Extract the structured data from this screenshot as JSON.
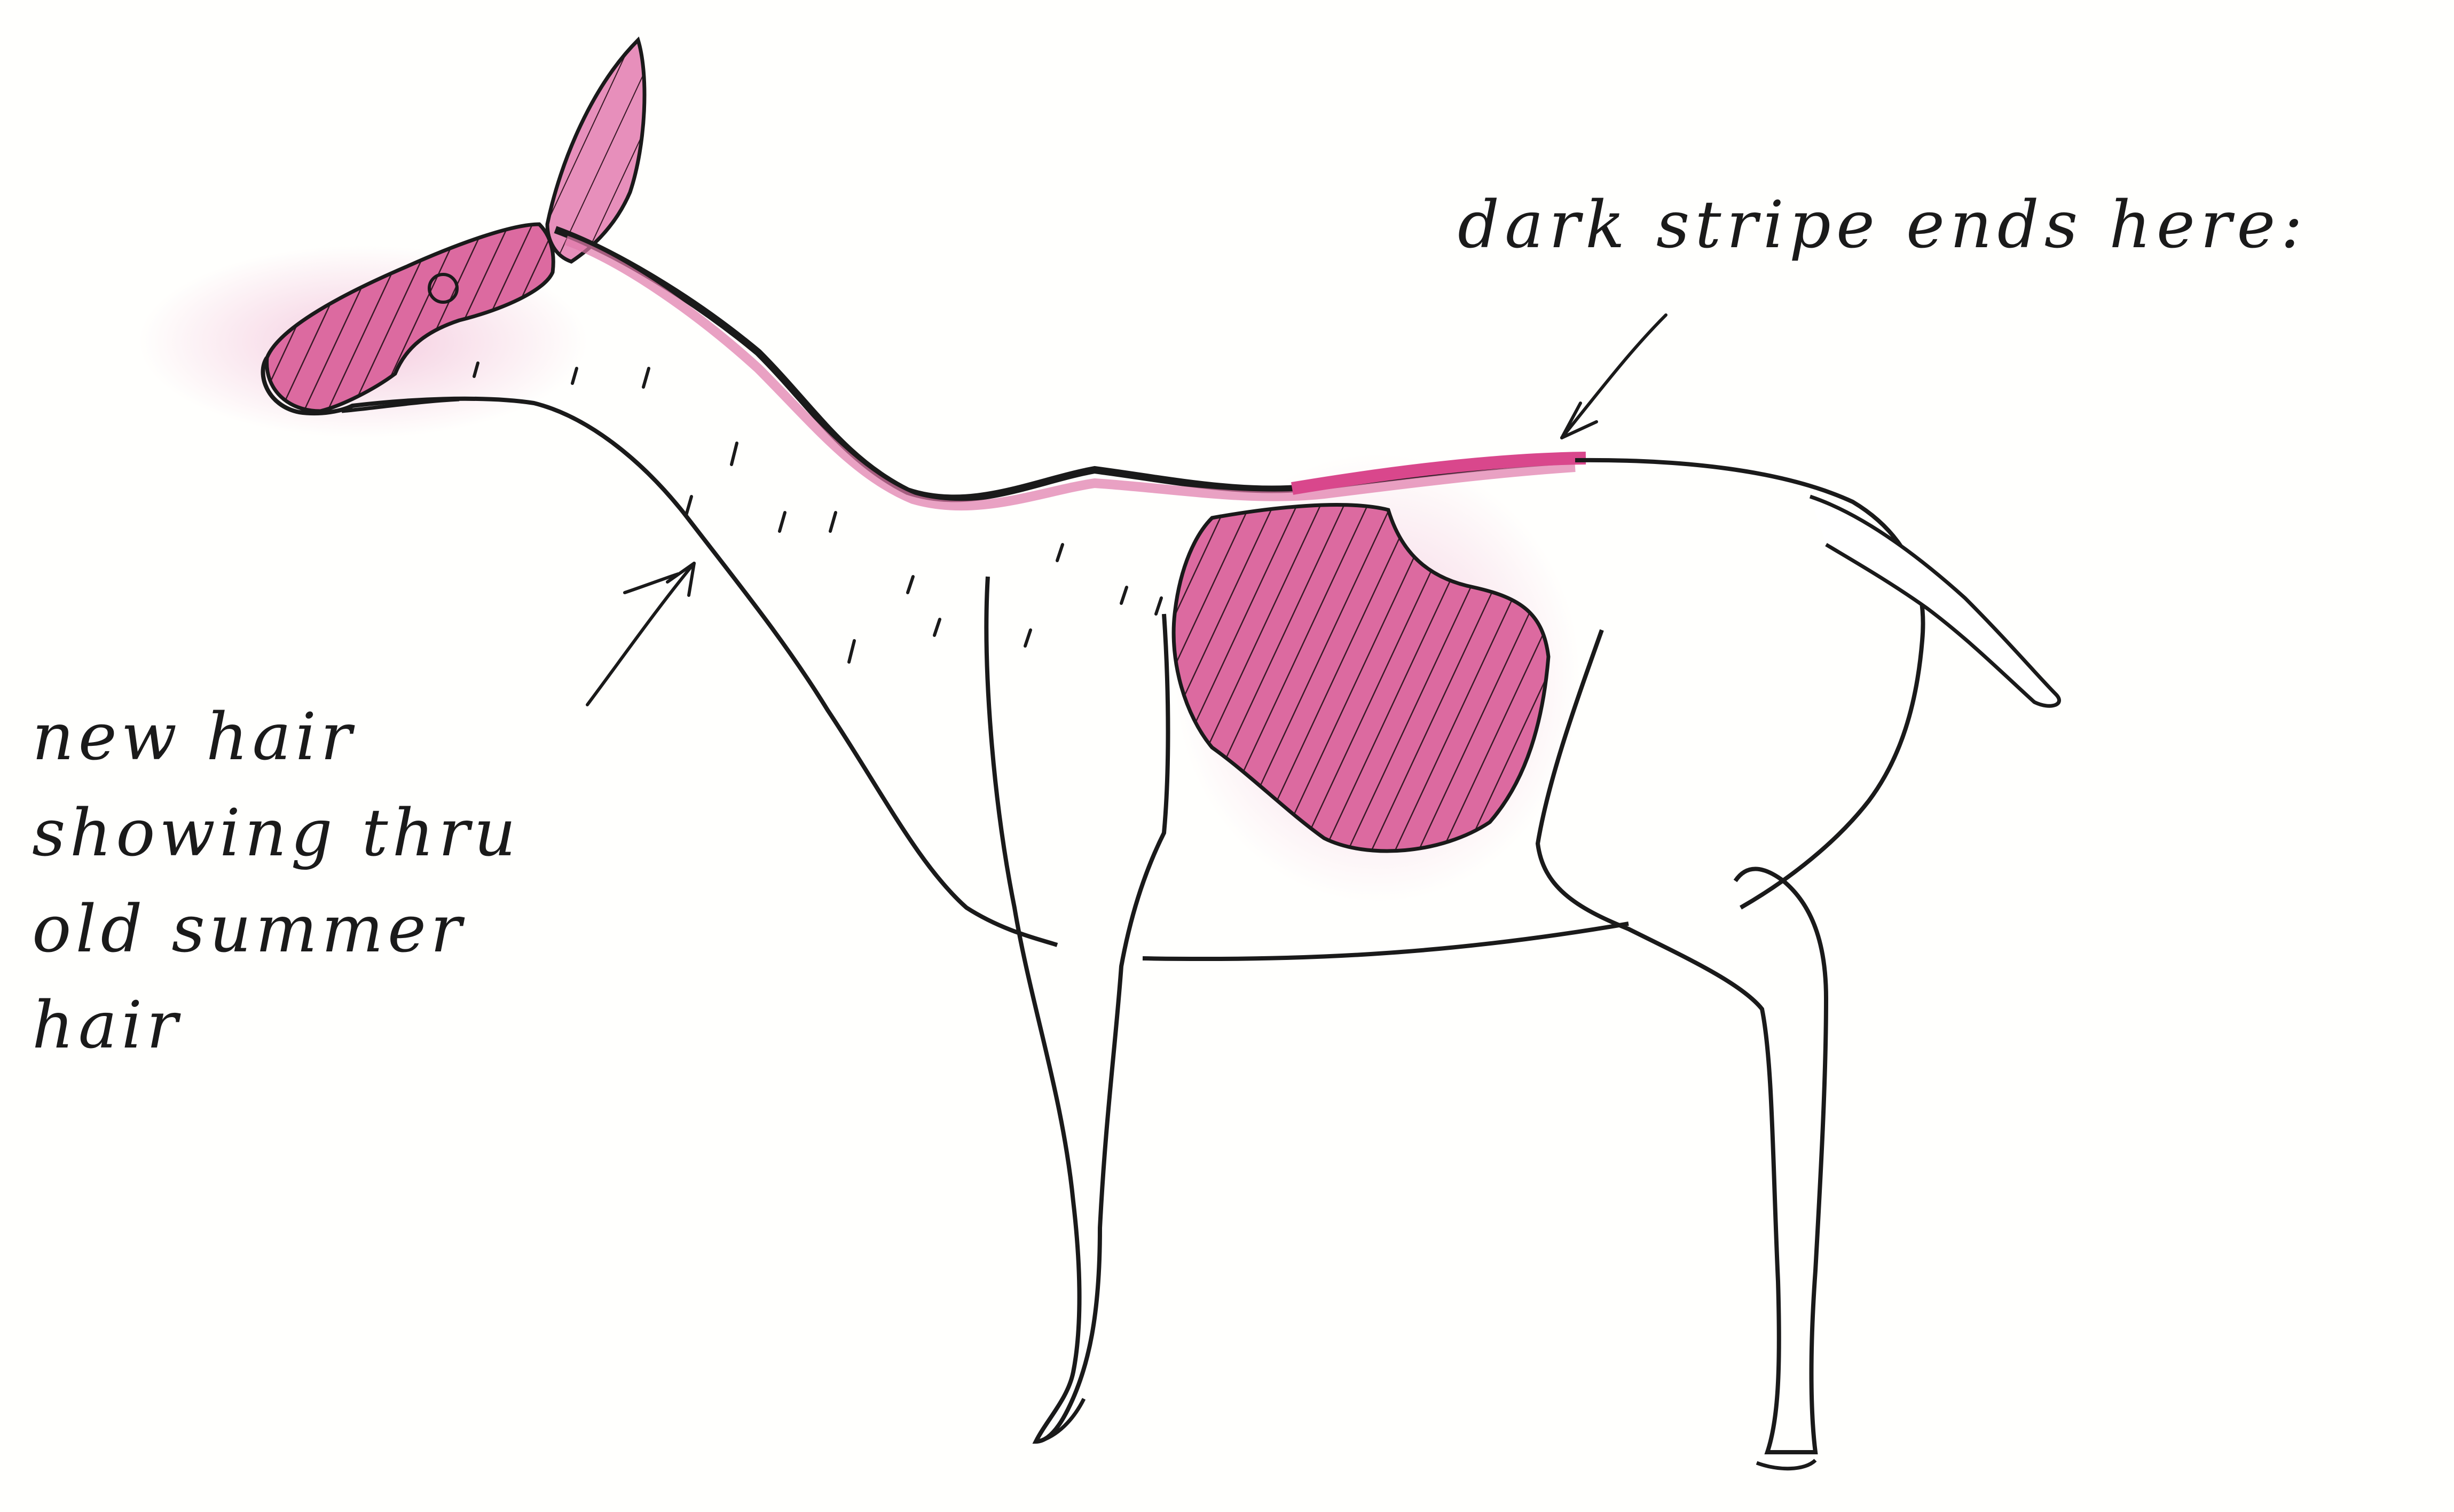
{
  "annotations": {
    "stripe_note": "dark stripe ends here:",
    "hair_note_lines": [
      "new hair",
      "showing thru",
      "old summer",
      "hair"
    ]
  },
  "colors": {
    "ink": "#1a1a1a",
    "pink_fill": "#d9669b",
    "pink_wash": "#f3c6dc",
    "paper": "#fffffd"
  }
}
